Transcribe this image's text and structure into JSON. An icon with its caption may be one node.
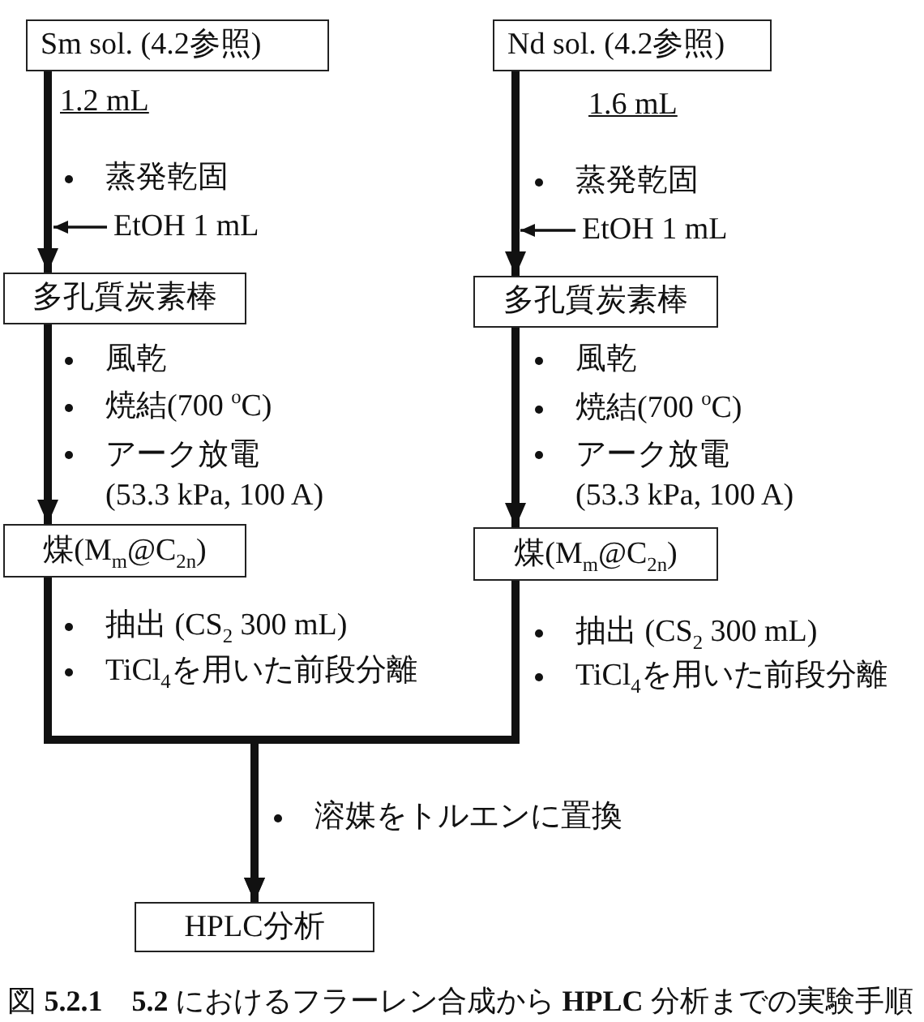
{
  "diagram": {
    "nodes": [
      {
        "text": [
          "Sm sol. (4.2参照)"
        ]
      },
      {
        "text": [
          "Nd sol. (4.2参照)"
        ]
      },
      {
        "text": [
          "EtOH 1 mL"
        ]
      },
      {
        "text": [
          "EtOH 1 mL"
        ]
      },
      {
        "text": [
          "多孔質炭素棒"
        ]
      },
      {
        "text": [
          "多孔質炭素棒"
        ]
      },
      {
        "text": [
          "煤(M$_{m}$@C$_{2n}$)"
        ]
      },
      {
        "text": [
          "煤(M$_{m}$@C$_{2n}$)"
        ]
      },
      {
        "text": [
          "HPLC分析"
        ]
      }
    ],
    "edges": [
      {
        "from": 0,
        "to": 4,
        "arrow": "to"
      },
      {
        "from": 1,
        "to": 5,
        "arrow": "to"
      },
      {
        "from": 2,
        "to": null,
        "arrow": "to"
      },
      {
        "from": 3,
        "to": null,
        "arrow": "to"
      },
      {
        "from": 4,
        "to": 6,
        "arrow": "to"
      },
      {
        "from": 5,
        "to": 7,
        "arrow": "to"
      },
      {
        "from": 6,
        "to": 8,
        "arrow": "to"
      },
      {
        "from": 7,
        "to": 8,
        "arrow": "to"
      }
    ],
    "labels": [
      "1.2 mL",
      "蒸発乾固",
      "風乾",
      "焼結(700 $^{o}$C)",
      "アーク放電 (53.3 kPa, 100 A)",
      "抽出 (CS$_{2}$ 300 mL)",
      "TiCl$_{4}$を用いた前段分離",
      "1.6 mL",
      "蒸発乾固",
      "風乾",
      "焼結(700 $^{o}$C)",
      "アーク放電 (53.3 kPa, 100 A)",
      "抽出 (CS$_{2}$ 300 mL)",
      "TiCl$_{4}$を用いた前段分離",
      "溶媒をトルエンに置換"
    ],
    "caption": "図 **5.2.1**　**5.2** におけるフラーレン合成から **HPLC** 分析までの実験手順"
  }
}
